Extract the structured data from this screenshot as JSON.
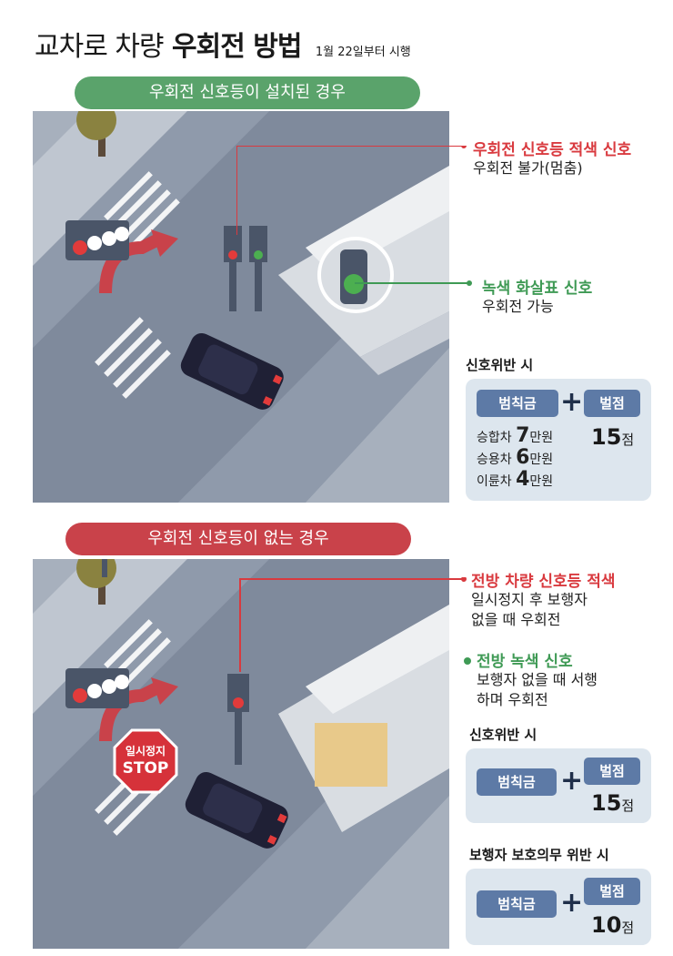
{
  "title": {
    "main_light": "교차로 차량",
    "main_bold": "우회전 방법",
    "sub": "1월 22일부터 시행"
  },
  "section1": {
    "pill": "우회전 신호등이 설치된 경우",
    "red_label": "우회전 신호등 적색 신호",
    "red_desc": "우회전 불가(멈춤)",
    "green_label": "녹색 화살표 신호",
    "green_desc": "우회전 가능",
    "violation_heading": "신호위반 시",
    "fine_badge": "범칙금",
    "plus": "+",
    "points_badge": "벌점",
    "fines": [
      {
        "label": "승합차",
        "amount": "7",
        "unit": "만원"
      },
      {
        "label": "승용차",
        "amount": "6",
        "unit": "만원"
      },
      {
        "label": "이륜차",
        "amount": "4",
        "unit": "만원"
      }
    ],
    "points_value": "15",
    "points_unit": "점"
  },
  "section2": {
    "pill": "우회전 신호등이 없는 경우",
    "red_label": "전방 차량 신호등 적색",
    "red_desc_1": "일시정지 후 보행자",
    "red_desc_2": "없을 때 우회전",
    "green_label": "전방 녹색 신호",
    "green_desc_1": "보행자 없을 때 서행",
    "green_desc_2": "하며 우회전",
    "violation_heading": "신호위반 시",
    "fine_badge": "범칙금",
    "plus": "+",
    "points_badge": "벌점",
    "points_value": "15",
    "points_unit": "점",
    "pedestrian_heading": "보행자 보호의무 위반 시",
    "ped_fine_badge": "범칙금",
    "ped_points_badge": "벌점",
    "ped_points_value": "10",
    "ped_points_unit": "점",
    "stop_sign_top": "일시정지",
    "stop_sign_bottom": "STOP"
  },
  "colors": {
    "green": "#5aa36b",
    "red": "#c9424a",
    "badge": "#5d7aa6",
    "panel": "#dde6ee",
    "road": "#8f9aab"
  }
}
